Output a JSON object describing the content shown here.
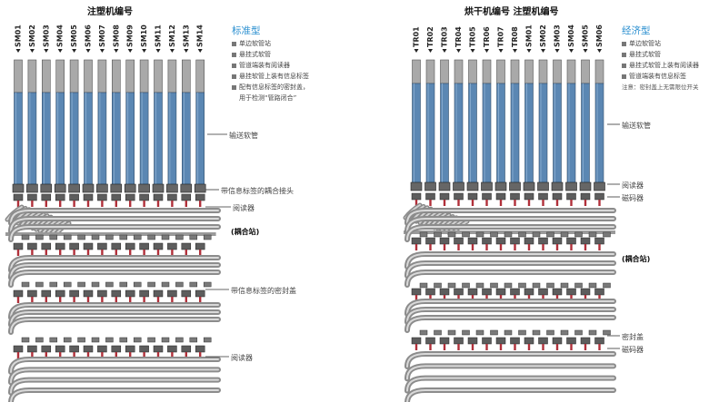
{
  "left": {
    "heading": "注塑机编号",
    "type_title": "标准型",
    "features": [
      "单边软管站",
      "悬挂式软管",
      "管道端装有阅读器",
      "悬挂软管上装有信息标签",
      "配有信息标签的密封盖，"
    ],
    "feature_note": "用于检测“管路闭合”",
    "machine_ids": [
      "SM01",
      "SM02",
      "SM03",
      "SM04",
      "SM05",
      "SM06",
      "SM07",
      "SM08",
      "SM09",
      "SM10",
      "SM11",
      "SM12",
      "SM13",
      "SM14"
    ],
    "callouts": {
      "hose": "输送软管",
      "coupling": "带信息标签的耦合接头",
      "reader_top": "阅读器",
      "station": "(耦合站)",
      "seal_cap": "带信息标签的密封盖",
      "reader_bottom": "阅读器"
    }
  },
  "right": {
    "heading": "烘干机编号   注塑机编号",
    "type_title": "经济型",
    "features": [
      "单边软管站",
      "悬挂式软管",
      "悬挂式软管上装有阅读器",
      "管道端装有信息标签"
    ],
    "feature_note": "注意：密封盖上无需限位开关",
    "dryer_ids": [
      "TR01",
      "TR02",
      "TR03",
      "TR04",
      "TR05",
      "TR06",
      "TR07",
      "TR08"
    ],
    "machine_ids": [
      "SM01",
      "SM02",
      "SM03",
      "SM04",
      "SM05",
      "SM06"
    ],
    "callouts": {
      "hose": "输送软管",
      "reader": "阅读器",
      "magnet_top": "磁码器",
      "station": "(耦合站)",
      "seal_cap": "密封盖",
      "magnet_bottom": "磁码器"
    }
  },
  "colors": {
    "hose_blue": "#5b87b3",
    "hose_grey": "#a9a9a9",
    "accent_blue": "#2a8fd0",
    "tag_red": "#b0303a"
  }
}
